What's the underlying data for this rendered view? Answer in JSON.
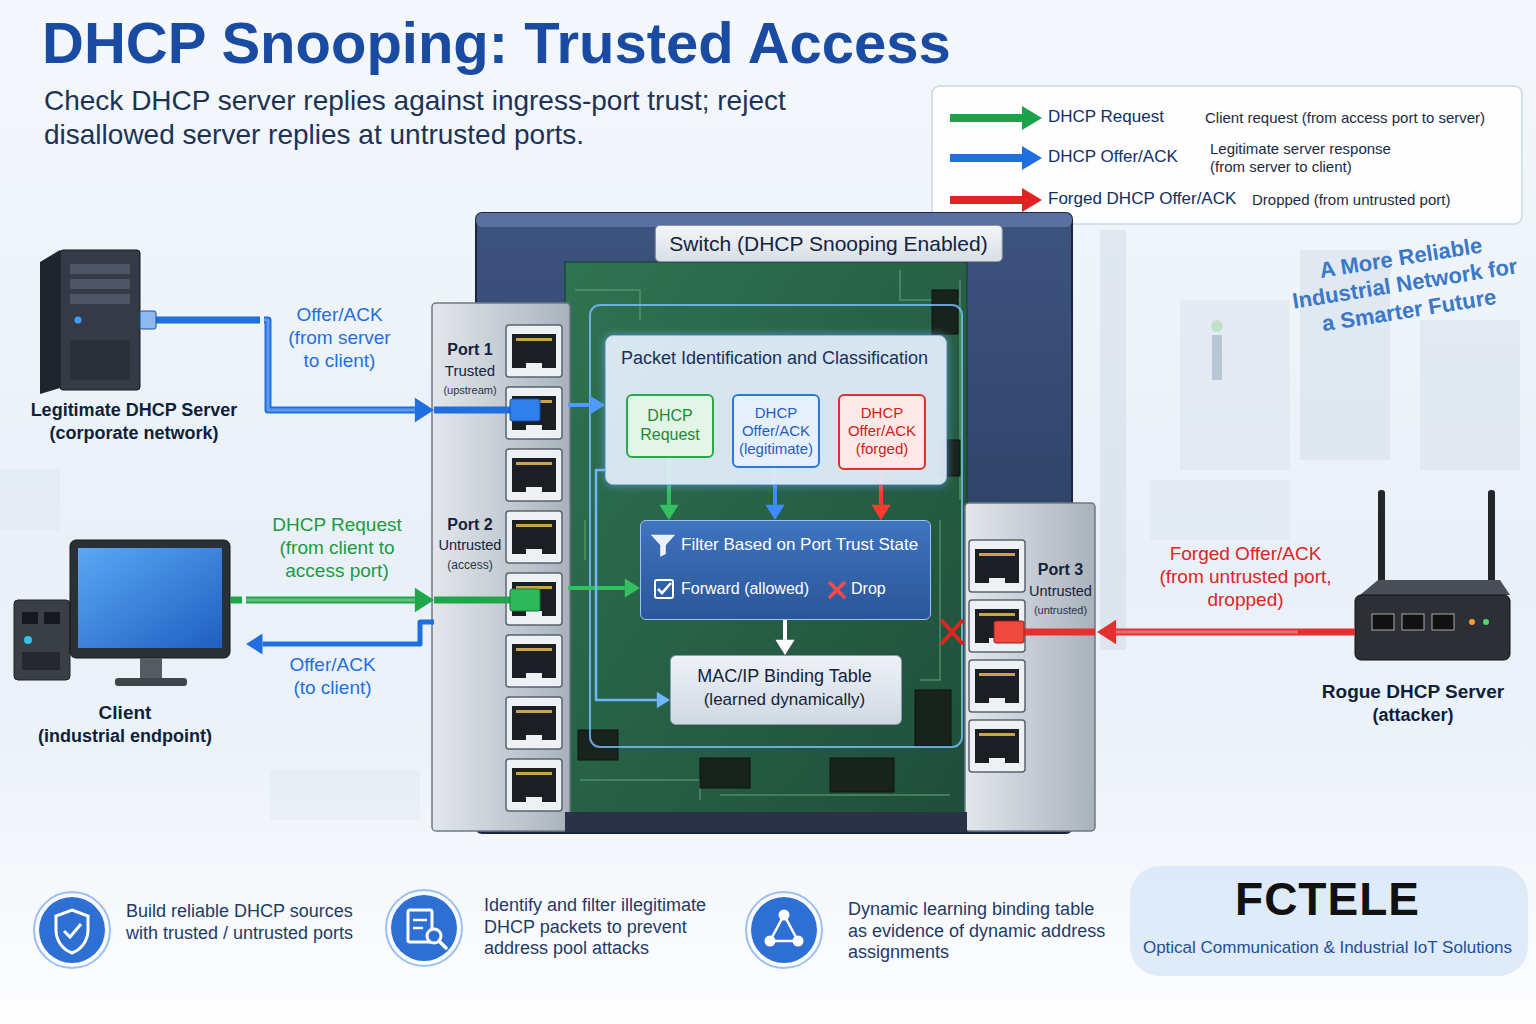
{
  "diagram": {
    "title": "DHCP Snooping: Trusted Access",
    "caption": "Check DHCP server replies against ingress-port trust; reject disallowed server replies at untrusted ports.",
    "nodes": [
      {
        "text": [
          "Legitimate DHCP Server",
          "(corporate network)"
        ]
      },
      {
        "text": [
          "Client",
          "(industrial endpoint)"
        ]
      },
      {
        "text": [
          "Rogue DHCP Server",
          "(attacker)"
        ]
      },
      {
        "text": [
          "Switch (DHCP Snooping Enabled)"
        ]
      },
      {
        "text": [
          "Port 1",
          "Trusted",
          "(upstream)"
        ],
        "in": 3
      },
      {
        "text": [
          "Port 2",
          "Untrusted",
          "(access)"
        ],
        "in": 3
      },
      {
        "text": [
          "Port 3",
          "Untrusted",
          "(untrusted)"
        ],
        "in": 3
      },
      {
        "text": [
          "Packet Identification and Classification"
        ],
        "in": 3
      },
      {
        "text": [
          "DHCP Request"
        ],
        "in": 7
      },
      {
        "text": [
          "DHCP Offer/ACK (legitimate)"
        ],
        "in": 7
      },
      {
        "text": [
          "DHCP Offer/ACK (forged)"
        ],
        "in": 7
      },
      {
        "text": [
          "Filter Based on Port Trust State",
          "Forward (allowed)",
          "Drop"
        ],
        "in": 3
      },
      {
        "text": [
          "MAC/IP Binding Table",
          "(learned dynamically)"
        ],
        "in": 3
      }
    ],
    "edges": [
      {
        "from": 0,
        "to": 4,
        "arrow": "to",
        "label": "Offer/ACK (from server to client)"
      },
      {
        "from": 1,
        "to": 5,
        "arrow": "to",
        "label": "DHCP Request (from client to access port)"
      },
      {
        "from": 5,
        "to": 1,
        "arrow": "to",
        "label": "Offer/ACK (to client)"
      },
      {
        "from": 2,
        "to": 6,
        "arrow": "to",
        "label": "Forged Offer/ACK (from untrusted port, dropped)"
      },
      {
        "from": 4,
        "to": 7,
        "arrow": "to"
      },
      {
        "from": 5,
        "to": 11,
        "arrow": "to"
      },
      {
        "from": 8,
        "to": 11,
        "arrow": "to"
      },
      {
        "from": 9,
        "to": 11,
        "arrow": "to"
      },
      {
        "from": 10,
        "to": 11,
        "arrow": "to"
      },
      {
        "from": 11,
        "to": 12,
        "arrow": "to"
      },
      {
        "from": 7,
        "to": 12,
        "arrow": "to"
      }
    ],
    "labels": [
      "Client request (from access port to server)",
      "Legitimate server response (from server to client)",
      "Dropped (from untrusted port)",
      "A More Reliable Industrial Network for a Smarter Future",
      "Build reliable DHCP sources with trusted / untrusted ports",
      "Identify and filter illegitimate DHCP packets to prevent address pool attacks",
      "Dynamic learning binding table as evidence of dynamic address assignments",
      "FCTELE",
      "Optical Communication & Industrial IoT Solutions"
    ],
    "legend": [
      {
        "text": "DHCP Request"
      },
      {
        "text": "DHCP Offer/ACK"
      },
      {
        "text": "Forged DHCP Offer/ACK"
      }
    ]
  }
}
